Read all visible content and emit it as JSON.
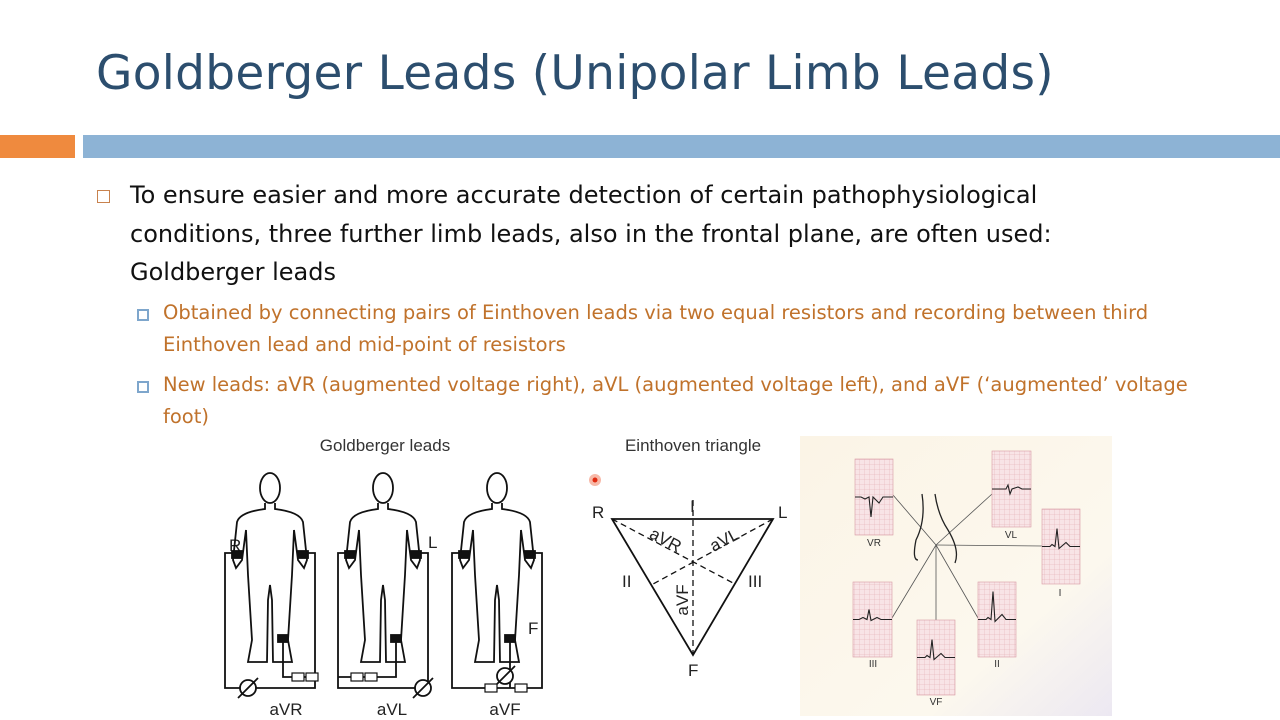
{
  "slide": {
    "title": "Goldberger Leads (Unipolar Limb Leads)",
    "bullet": "To ensure easier and more accurate detection of certain pathophysiological conditions, three further limb leads, also in the frontal plane, are often used: Goldberger leads",
    "sub_bullets": [
      "Obtained by connecting pairs of Einthoven leads via two equal resistors and recording between third Einthoven lead and mid-point of resistors",
      "New leads: aVR (augmented voltage right), aVL (augmented voltage left), and aVF (‘augmented’ voltage foot)"
    ],
    "colors": {
      "title": "#2c4e6e",
      "accent_orange": "#ef8a3e",
      "accent_blue": "#8db3d5",
      "sub_text": "#c0722b"
    }
  },
  "goldberger_figure": {
    "caption": "Goldberger leads",
    "limb_labels": [
      "R",
      "L",
      "F"
    ],
    "lead_labels": [
      "aVR",
      "aVL",
      "aVF"
    ]
  },
  "einthoven_figure": {
    "caption": "Einthoven triangle",
    "vertices": [
      "R",
      "L",
      "F"
    ],
    "sides": [
      "I",
      "II",
      "III"
    ],
    "augmented": [
      "aVR",
      "aVL",
      "aVF"
    ]
  },
  "ecg_figure": {
    "labels": [
      "VR",
      "VL",
      "I",
      "III",
      "VF",
      "II"
    ]
  }
}
